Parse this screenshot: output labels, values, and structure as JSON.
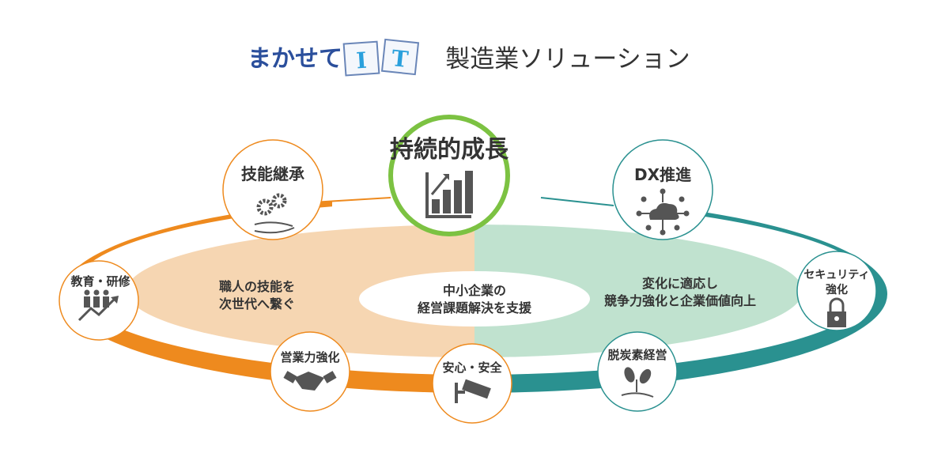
{
  "header": {
    "brand_prefix": "まかせて",
    "brand_tile_1": "I",
    "brand_tile_2": "T",
    "subtitle": "製造業ソリューション"
  },
  "center": {
    "title": "持続的成長",
    "icon": "bar-chart-growth-icon",
    "core_line_1": "中小企業の",
    "core_line_2": "経営課題解決を支援"
  },
  "left_area": {
    "line_1": "職人の技能を",
    "line_2": "次世代へ繋ぐ"
  },
  "right_area": {
    "line_1": "変化に適応し",
    "line_2": "競争力強化と企業価値向上"
  },
  "nodes": [
    {
      "label": "技能継承",
      "icon": "gears-hand-icon"
    },
    {
      "label": "教育・研修",
      "icon": "people-growth-icon"
    },
    {
      "label": "営業力強化",
      "icon": "handshake-icon"
    },
    {
      "label": "安心・安全",
      "icon": "security-camera-icon"
    },
    {
      "label": "DX推進",
      "icon": "cloud-network-icon"
    },
    {
      "label_1": "セキュリティ",
      "label_2": "強化",
      "icon": "padlock-icon"
    },
    {
      "label": "脱炭素経営",
      "icon": "leaves-hand-icon"
    }
  ],
  "colors": {
    "orange": "#ee8a1e",
    "teal": "#2a9190",
    "green": "#7cc242",
    "peach": "#f6d6b2",
    "mint": "#c0e2cf",
    "brand_blue": "#2b4f9c"
  }
}
